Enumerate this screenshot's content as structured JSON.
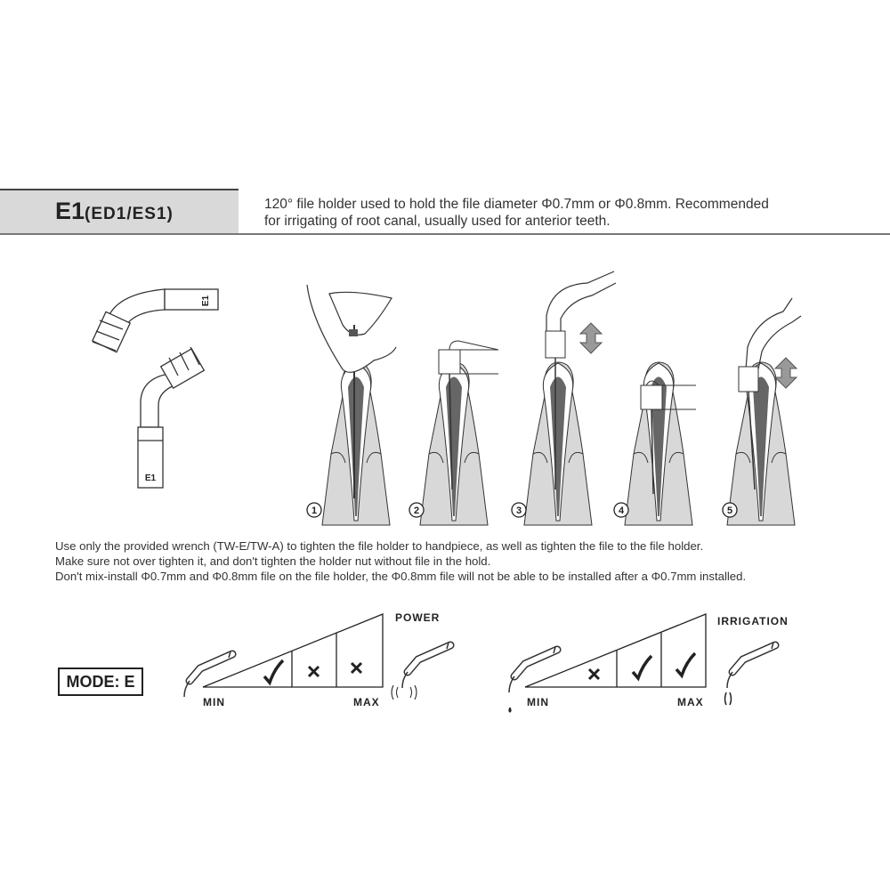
{
  "header": {
    "model": "E1",
    "model_variants": "(ED1/ES1)",
    "description_line1": "120° file holder used to hold the file diameter Φ0.7mm or Φ0.8mm. Recommended",
    "description_line2": "for irrigating of root canal, usually used for anterior teeth."
  },
  "product": {
    "tip_label_top": "E1",
    "tip_label_bottom": "E1"
  },
  "steps": [
    {
      "number": "1"
    },
    {
      "number": "2"
    },
    {
      "number": "3"
    },
    {
      "number": "4"
    },
    {
      "number": "5"
    }
  ],
  "instructions": [
    "Use only the provided wrench (TW-E/TW-A) to tighten the file holder to handpiece, as well as tighten the file to the file holder.",
    "Make sure not over tighten it, and don't tighten the holder nut without file in the hold.",
    "Don't mix-install Φ0.7mm and Φ0.8mm file on the file holder, the Φ0.8mm file will not be able to be installed after a Φ0.7mm installed."
  ],
  "mode": {
    "label": "MODE: E"
  },
  "power_scale": {
    "title": "POWER",
    "min": "MIN",
    "max": "MAX",
    "levels": [
      "ok",
      "no",
      "no"
    ]
  },
  "irrigation_scale": {
    "title": "IRRIGATION",
    "min": "MIN",
    "max": "MAX",
    "levels": [
      "no",
      "ok",
      "ok"
    ]
  },
  "colors": {
    "band": "#d9d9d9",
    "ink": "#222222",
    "tooth_fill": "#d8d8d8",
    "canal": "#666666",
    "arrow": "#999999"
  }
}
